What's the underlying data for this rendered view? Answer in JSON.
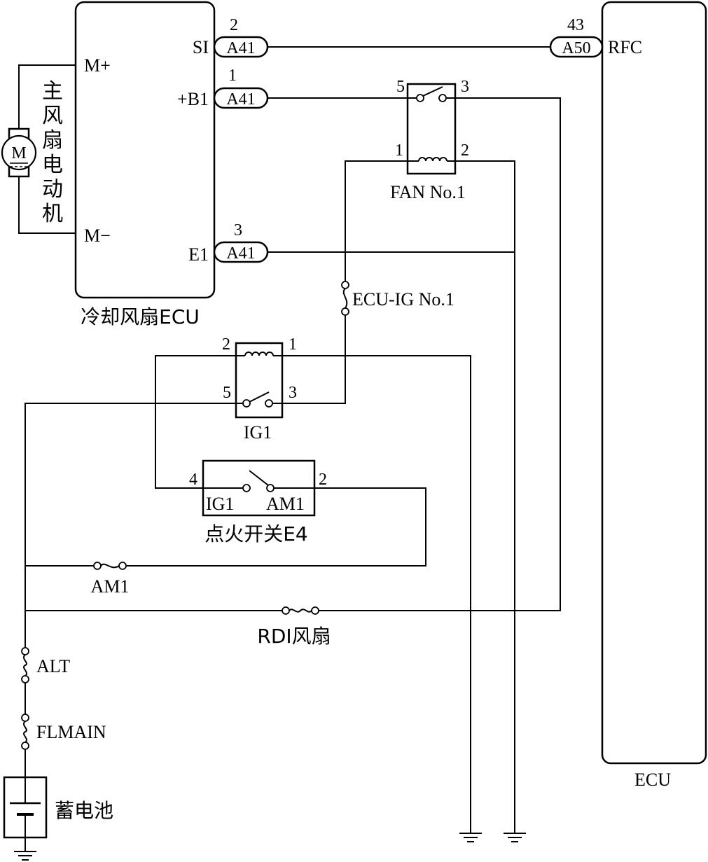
{
  "cooling_fan_ecu": {
    "name": "冷却风扇ECU",
    "terminals": {
      "m_plus": "M+",
      "m_minus": "M−",
      "si": "SI",
      "b1": "+B1",
      "e1": "E1"
    },
    "connectors": {
      "si": {
        "pin": "2",
        "code": "A41"
      },
      "b1": {
        "pin": "1",
        "code": "A41"
      },
      "e1": {
        "pin": "3",
        "code": "A41"
      }
    }
  },
  "fan_motor": {
    "name": "主风扇电动机",
    "symbol": "M"
  },
  "main_ecu": {
    "name": "ECU",
    "terminal": "RFC",
    "connector": {
      "pin": "43",
      "code": "A50"
    }
  },
  "relay_fan_no1": {
    "name": "FAN No.1",
    "pins": {
      "p5": "5",
      "p3": "3",
      "p1": "1",
      "p2": "2"
    }
  },
  "fuse_ecu_ig": {
    "name": "ECU-IG No.1"
  },
  "relay_ig1": {
    "name": "IG1",
    "pins": {
      "p2": "2",
      "p1": "1",
      "p5": "5",
      "p3": "3"
    }
  },
  "ignition_switch": {
    "name": "点火开关E4",
    "pins": {
      "p4": "4",
      "p2": "2"
    },
    "terminals": {
      "ig1": "IG1",
      "am1": "AM1"
    }
  },
  "fuses": {
    "am1": "AM1",
    "rdi": "RDI风扇",
    "alt": "ALT",
    "flmain": "FLMAIN"
  },
  "battery": {
    "name": "蓄电池"
  }
}
